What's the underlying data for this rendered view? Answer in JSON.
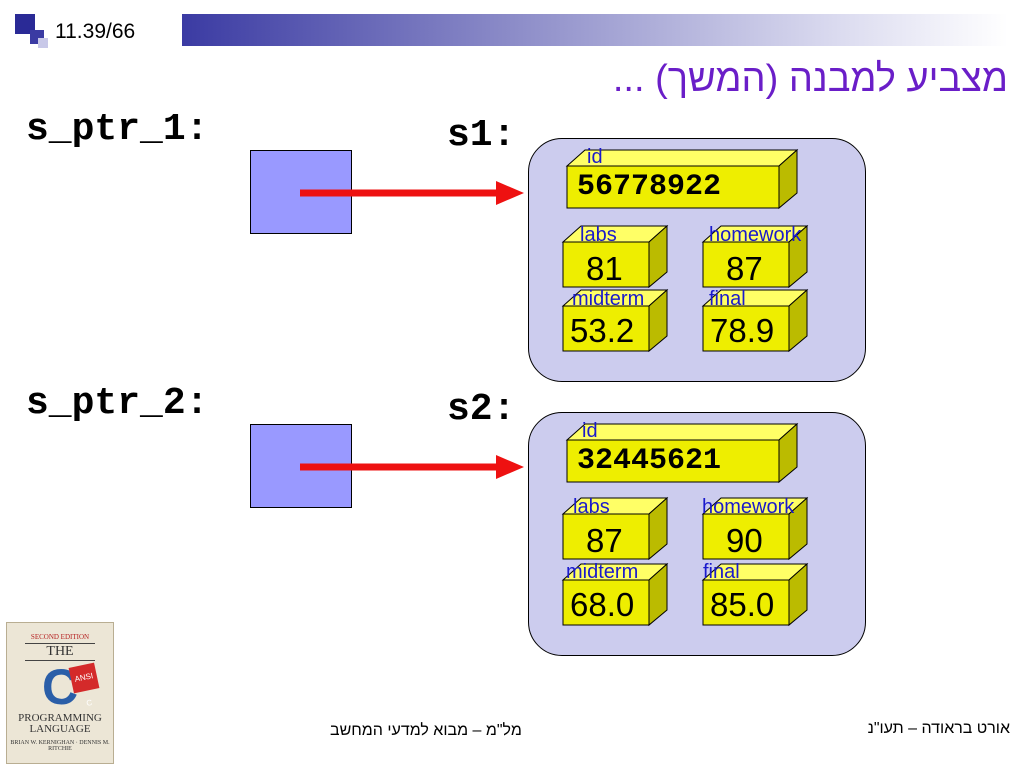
{
  "header": {
    "slide_number": "11.39/66",
    "title": "מצביע למבנה (המשך) ..."
  },
  "colors": {
    "title": "#6a1ec8",
    "pointer_box": "#9999ff",
    "arrow": "#ee1111",
    "struct_bg": "#ccccee",
    "field_box": "#eeee00",
    "field_name": "#1a1acc"
  },
  "pointers": [
    {
      "label": "s_ptr_1:"
    },
    {
      "label": "s_ptr_2:"
    }
  ],
  "structs": [
    {
      "label": "s1:",
      "id_name": "id",
      "id_value": "56778922",
      "labs_name": "labs",
      "labs_value": "81",
      "homework_name": "homework",
      "homework_value": "87",
      "midterm_name": "midterm",
      "midterm_value": "53.2",
      "final_name": "final",
      "final_value": "78.9"
    },
    {
      "label": "s2:",
      "id_name": "id",
      "id_value": "32445621",
      "labs_name": "labs",
      "labs_value": "87",
      "homework_name": "homework",
      "homework_value": "90",
      "midterm_name": "midterm",
      "midterm_value": "68.0",
      "final_name": "final",
      "final_value": "85.0"
    }
  ],
  "book": {
    "edition": "SECOND EDITION",
    "the": "THE",
    "letter": "C",
    "ansi": "ANSI C",
    "title_line1": "PROGRAMMING",
    "title_line2": "LANGUAGE",
    "authors": "BRIAN W. KERNIGHAN · DENNIS M. RITCHIE"
  },
  "footer": {
    "center": "מל\"מ – מבוא למדעי המחשב",
    "right": "אורט בראודה – תעו\"נ"
  }
}
